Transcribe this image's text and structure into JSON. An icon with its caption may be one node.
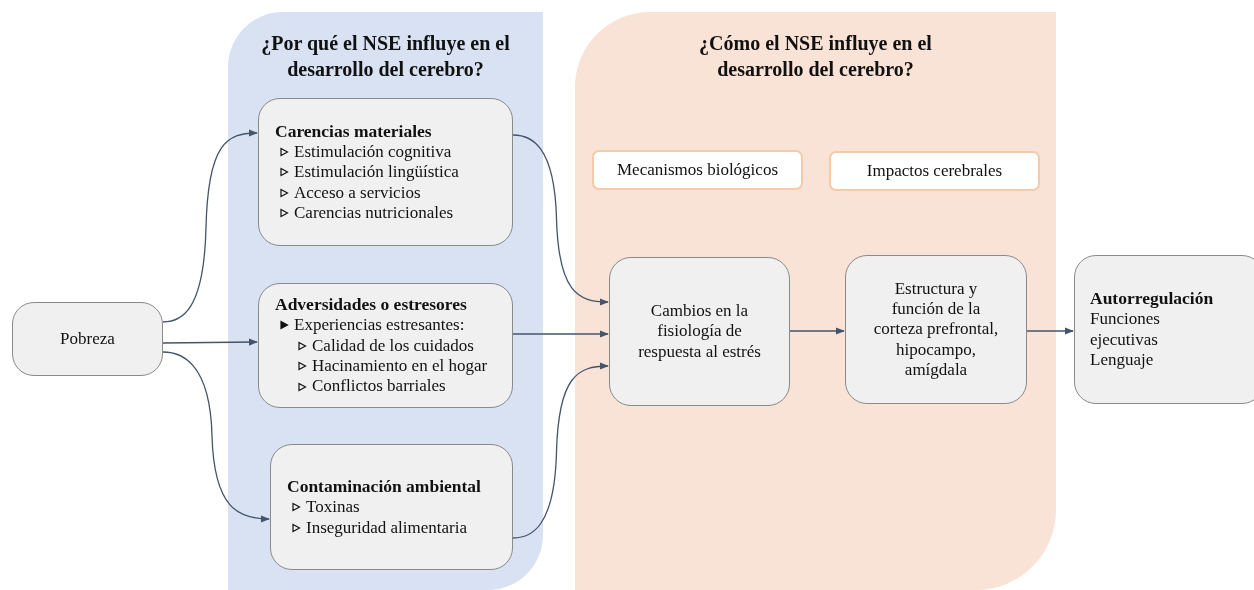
{
  "diagram": {
    "nodes": [
      {
        "text": [
          "Pobreza"
        ]
      },
      {
        "text": [
          "¿Por qué el NSE influye en el desarrollo del cerebro?"
        ]
      },
      {
        "text": [
          "Carencias materiales",
          "Estimulación cognitiva",
          "Estimulación lingüística",
          "Acceso a servicios",
          "Carencias nutricionales"
        ],
        "in": 1
      },
      {
        "text": [
          "Adversidades o estresores",
          "Experiencias estresantes:",
          "Calidad de los cuidados",
          "Hacinamiento en el hogar",
          "Conflictos barriales"
        ],
        "in": 1
      },
      {
        "text": [
          "Contaminación ambiental",
          "Toxinas",
          "Inseguridad alimentaria"
        ],
        "in": 1
      },
      {
        "text": [
          "¿Cómo el NSE influye en el desarrollo del cerebro?"
        ]
      },
      {
        "text": [
          "Mecanismos biológicos"
        ],
        "in": 5
      },
      {
        "text": [
          "Impactos cerebrales"
        ],
        "in": 5
      },
      {
        "text": [
          "Cambios en la fisiología de respuesta al estrés"
        ],
        "in": 5
      },
      {
        "text": [
          "Estructura y función de la corteza prefrontal, hipocampo, amígdala"
        ],
        "in": 5
      },
      {
        "text": [
          "Autorregulación",
          "Funciones ejecutivas",
          "Lenguaje"
        ]
      }
    ],
    "edges": [
      {
        "from": 0,
        "to": 2,
        "arrow": "to"
      },
      {
        "from": 0,
        "to": 3,
        "arrow": "to"
      },
      {
        "from": 0,
        "to": 4,
        "arrow": "to"
      },
      {
        "from": 2,
        "to": 8,
        "arrow": "to"
      },
      {
        "from": 3,
        "to": 8,
        "arrow": "to"
      },
      {
        "from": 4,
        "to": 8,
        "arrow": "to"
      },
      {
        "from": 8,
        "to": 9,
        "arrow": "to"
      },
      {
        "from": 9,
        "to": 10,
        "arrow": "to"
      }
    ]
  }
}
